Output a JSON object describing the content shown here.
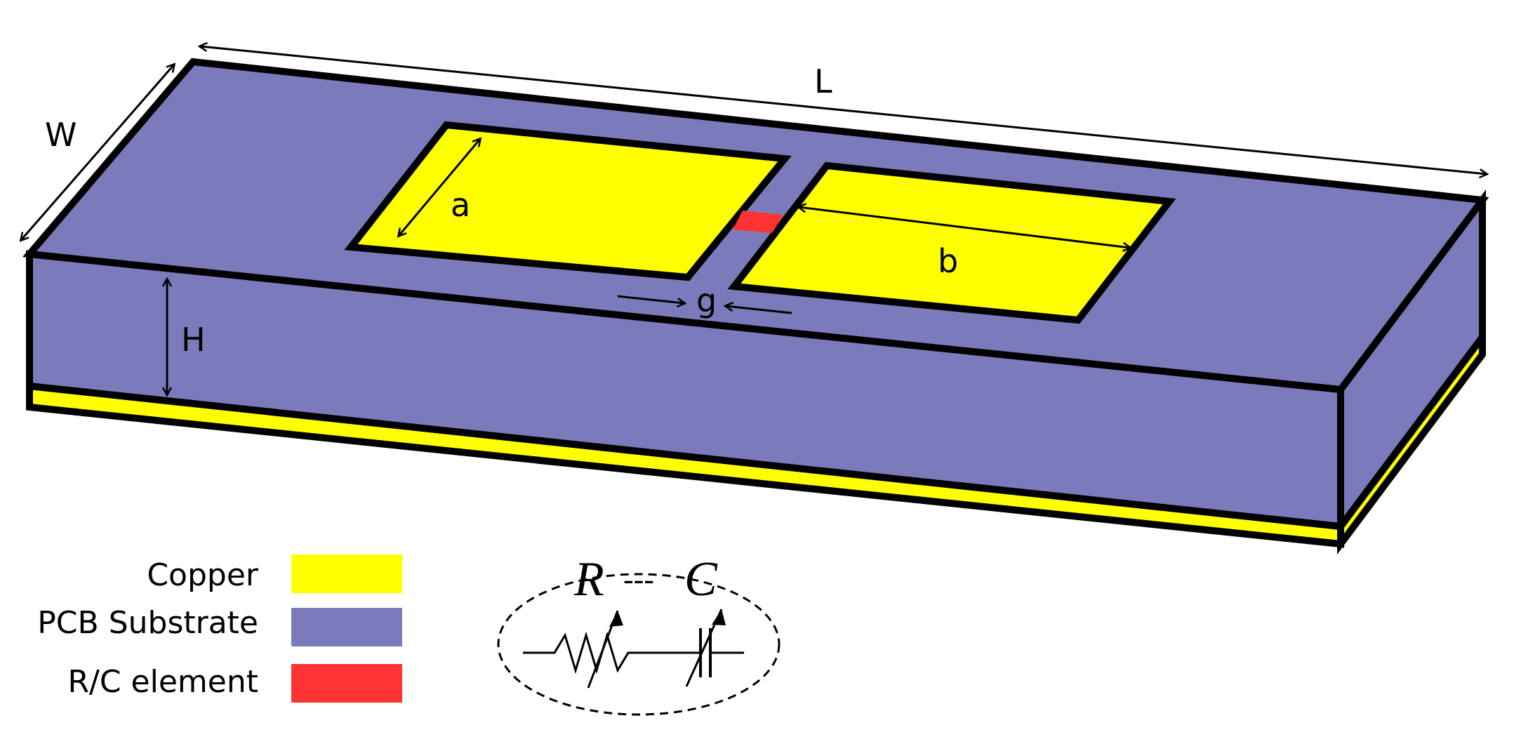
{
  "colors": {
    "copper": "#ffff00",
    "substrate": "#7b7bbc",
    "rc_element": "#ff3333",
    "outline": "#000000"
  },
  "dimensions": {
    "L": "L",
    "W": "W",
    "H": "H",
    "a": "a",
    "b": "b",
    "g": "g"
  },
  "legend": [
    {
      "label": "Copper",
      "color": "#ffff00"
    },
    {
      "label": "PCB Substrate",
      "color": "#7b7bbc"
    },
    {
      "label": "R/C element",
      "color": "#ff3333"
    }
  ],
  "rc_symbol": {
    "r_label": "R",
    "separator": "---",
    "c_label": "C"
  }
}
